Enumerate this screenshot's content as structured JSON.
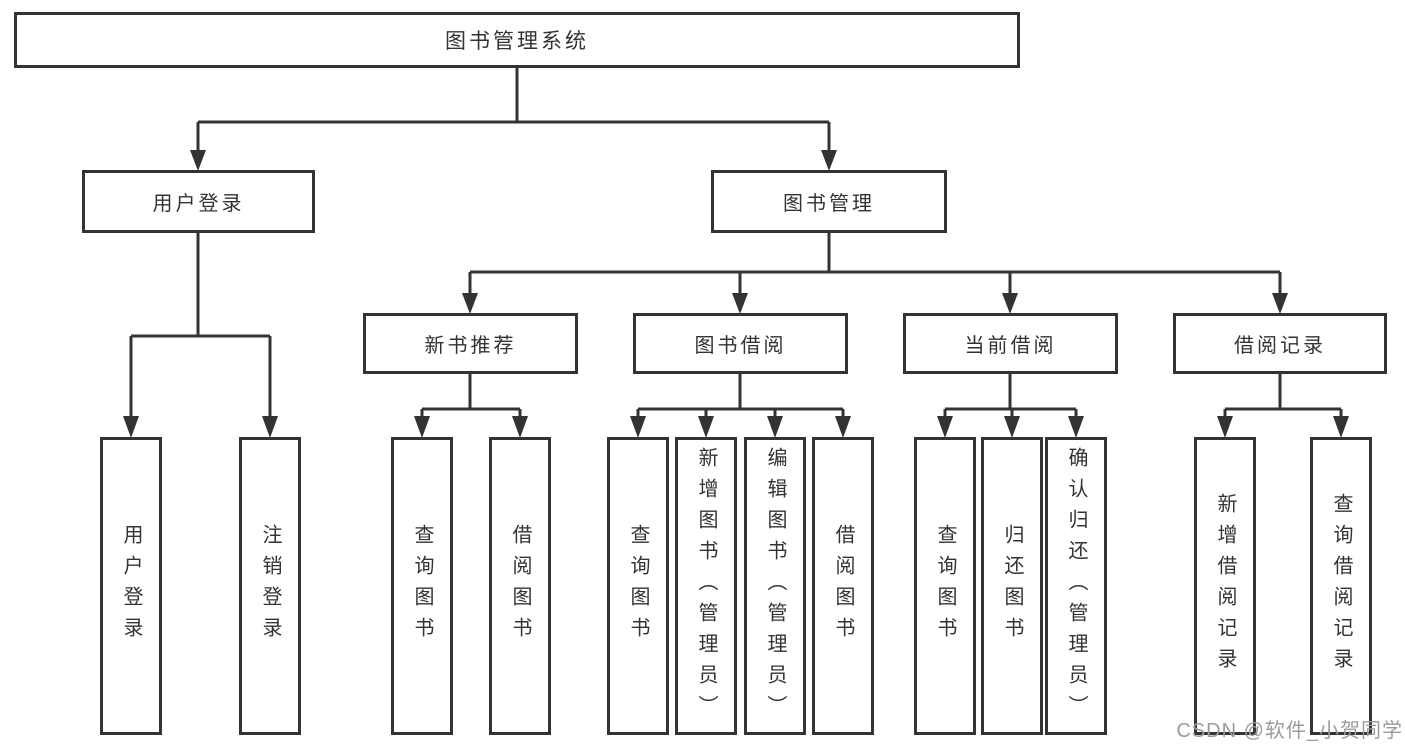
{
  "nodes": {
    "root": {
      "label": "图书管理系统"
    },
    "level2": [
      {
        "id": "user-login",
        "label": "用户登录"
      },
      {
        "id": "book-management",
        "label": "图书管理"
      }
    ],
    "level3": [
      {
        "id": "new-book-recommend",
        "label": "新书推荐",
        "parent": "book-management"
      },
      {
        "id": "book-borrow",
        "label": "图书借阅",
        "parent": "book-management"
      },
      {
        "id": "current-borrow",
        "label": "当前借阅",
        "parent": "book-management"
      },
      {
        "id": "borrow-records",
        "label": "借阅记录",
        "parent": "book-management"
      }
    ],
    "leaves": [
      {
        "label": "用户登录",
        "parent": "user-login"
      },
      {
        "label": "注销登录",
        "parent": "user-login"
      },
      {
        "label": "查询图书",
        "parent": "new-book-recommend"
      },
      {
        "label": "借阅图书",
        "parent": "new-book-recommend"
      },
      {
        "label": "查询图书",
        "parent": "book-borrow"
      },
      {
        "label": "新增图书（管理员）",
        "parent": "book-borrow"
      },
      {
        "label": "编辑图书（管理员）",
        "parent": "book-borrow"
      },
      {
        "label": "借阅图书",
        "parent": "book-borrow"
      },
      {
        "label": "查询图书",
        "parent": "current-borrow"
      },
      {
        "label": "归还图书",
        "parent": "current-borrow"
      },
      {
        "label": "确认归还（管理员）",
        "parent": "current-borrow"
      },
      {
        "label": "新增借阅记录",
        "parent": "borrow-records"
      },
      {
        "label": "查询借阅记录",
        "parent": "borrow-records"
      }
    ]
  },
  "watermark": {
    "text": "CSDN @软件_小贺同学"
  },
  "colors": {
    "line": "#333333",
    "text": "#333333",
    "background": "#ffffff",
    "box_bg": "#ffffff",
    "watermark": "#9b9b9b"
  }
}
